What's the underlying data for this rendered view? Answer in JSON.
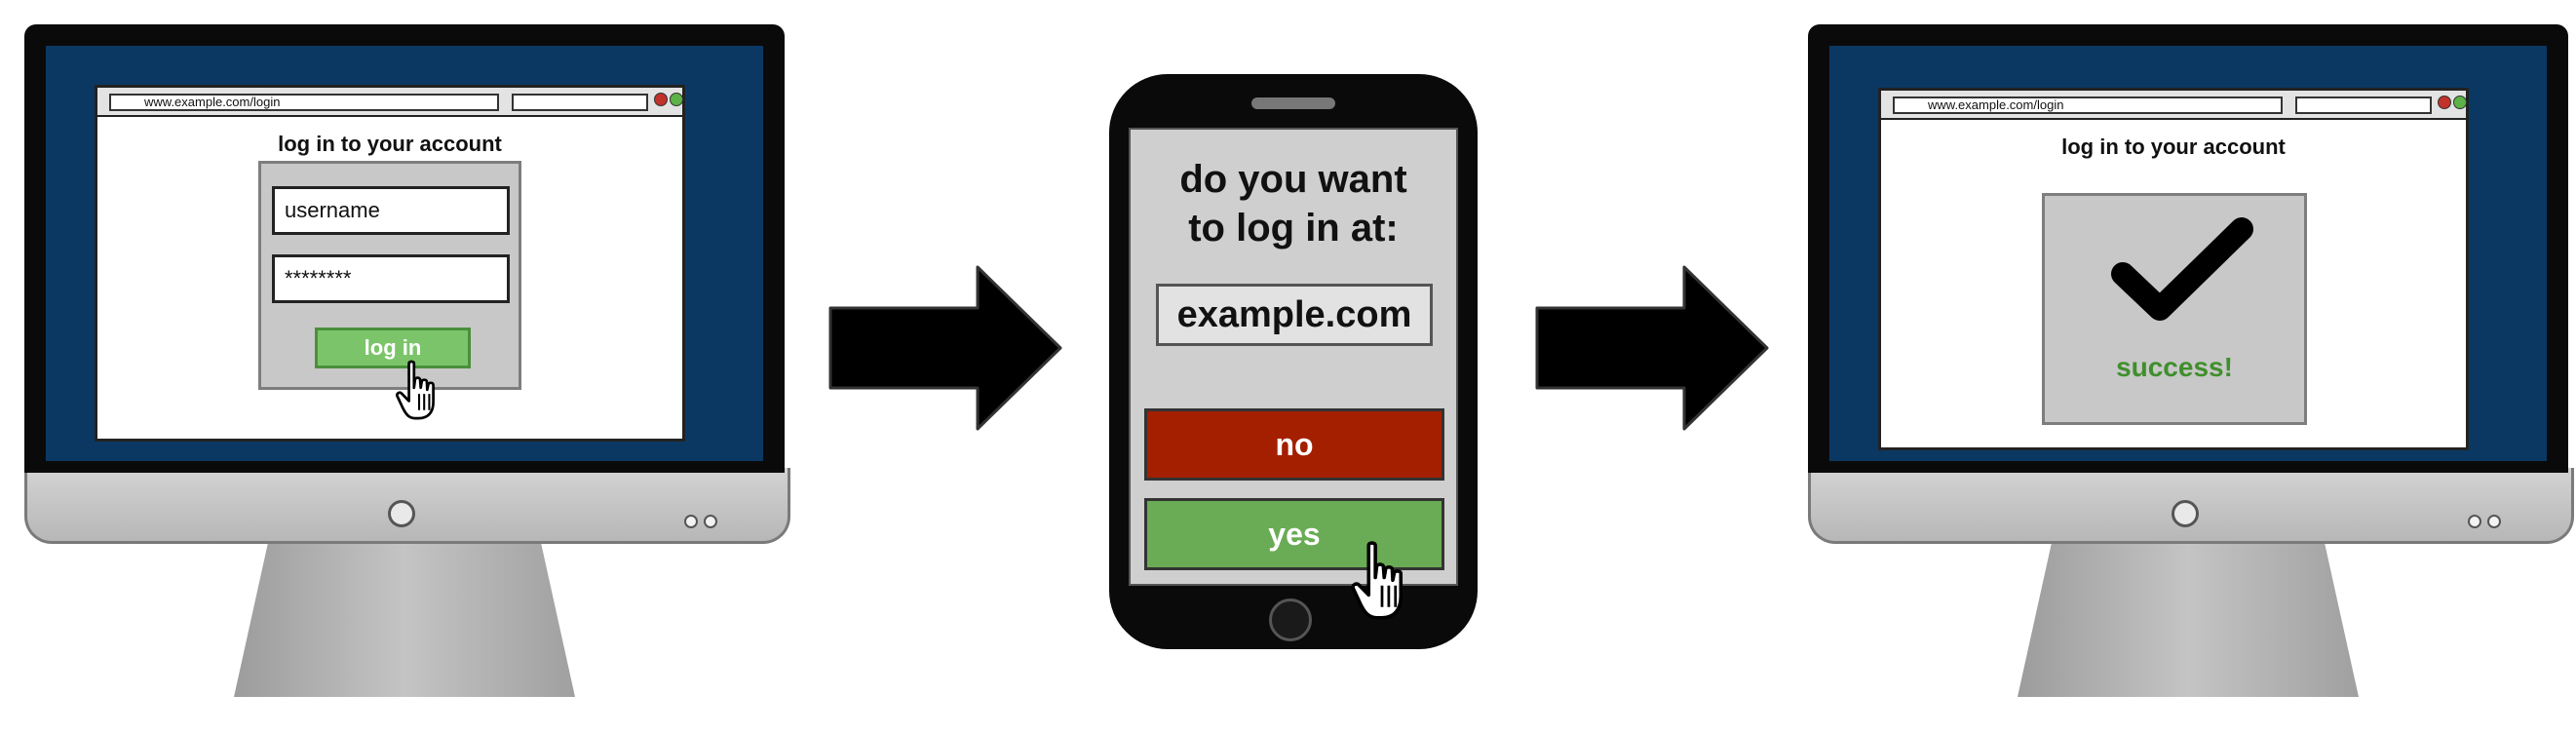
{
  "login_screen": {
    "url": "www.example.com/login",
    "heading": "log in to your account",
    "username": "username",
    "password": "********",
    "button": "log in"
  },
  "phone": {
    "prompt_line1": "do you want",
    "prompt_line2": "to log in at:",
    "domain": "example.com",
    "no": "no",
    "yes": "yes"
  },
  "success_screen": {
    "url": "www.example.com/login",
    "heading": "log in to your account",
    "message": "success!"
  },
  "colors": {
    "screen_blue": "#0b3863",
    "no_red": "#a31f00",
    "yes_green": "#6aab55",
    "success_green": "#3f8f2c"
  },
  "icons": [
    "pointer-hand-icon",
    "right-arrow-icon",
    "checkmark-icon"
  ]
}
